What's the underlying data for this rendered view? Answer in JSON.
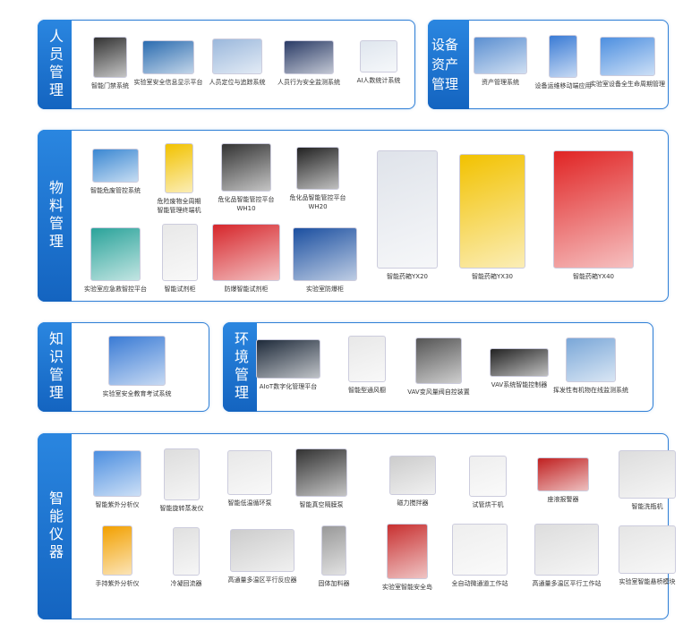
{
  "sections": [
    {
      "id": "personnel",
      "title": "人员管理",
      "items": [
        "智能门禁系统",
        "实验室安全信息显示平台",
        "人员定位与追踪系统",
        "人员行为安全监测系统",
        "AI人数统计系统"
      ]
    },
    {
      "id": "asset",
      "title": "设备资产管理",
      "items": [
        "资产管理系统",
        "设备运维移动端应用",
        "实验室设备全生命周期管理"
      ]
    },
    {
      "id": "material",
      "title": "物料管理",
      "items": [
        "智能危废管控系统",
        "危险废物全周期\n智能管理终端机",
        "危化品智能管控平台\nWH10",
        "危化品智能管控平台\nWH20",
        "智能药箱YX20",
        "智能药箱YX30",
        "智能药箱YX40",
        "实验室应急救智控平台",
        "智能试剂柜",
        "防爆智能试剂柜",
        "实验室防爆柜"
      ]
    },
    {
      "id": "knowledge",
      "title": "知识管理",
      "items": [
        "实验室安全教育考试系统"
      ]
    },
    {
      "id": "environment",
      "title": "环境管理",
      "items": [
        "AIoT数字化管理平台",
        "智能型通风橱",
        "VAV变风量阀自控装置",
        "VAV系统智能控制器",
        "挥发性有机物在线监测系统"
      ]
    },
    {
      "id": "instrument",
      "title": "智能仪器",
      "items": [
        "智能紫外分析仪",
        "智能旋转蒸发仪",
        "智能低温循环泵",
        "智能真空隔膜泵",
        "磁力搅拌器",
        "试管烘干机",
        "座液报警器",
        "智能洗瓶机",
        "手持紫外分析仪",
        "冷凝回流器",
        "高通量多温区平行反应器",
        "固体加料器",
        "实验室智能安全岛",
        "全自动微通道工作站",
        "高通量多温区平行工作站",
        "实验室智能悬桥模块"
      ]
    }
  ],
  "colors": {
    "accent": "#1f74d0",
    "border": "#2f7fd6"
  }
}
